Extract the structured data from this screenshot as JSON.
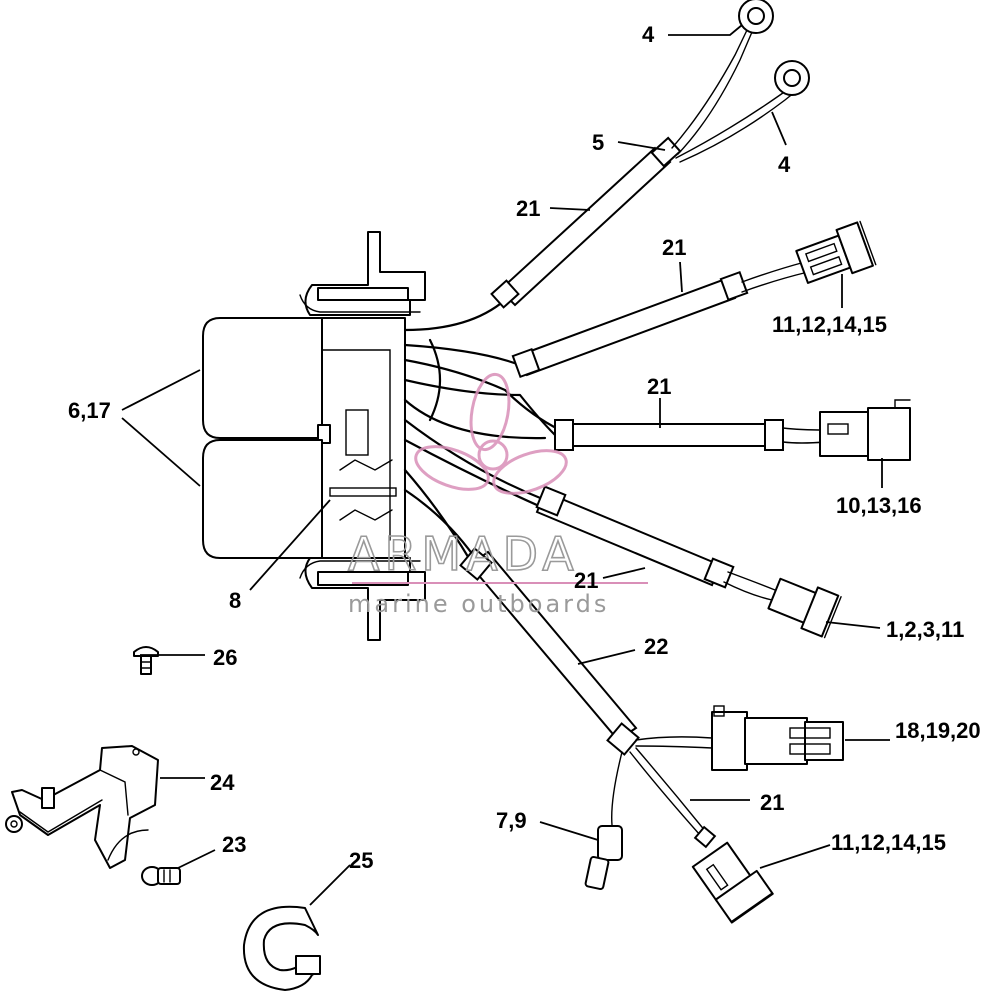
{
  "callouts": {
    "c4a": "4",
    "c4b": "4",
    "c5": "5",
    "c21a": "21",
    "c21b": "21",
    "c21c": "21",
    "c21d": "21",
    "c21e": "21",
    "c6_17": "6,17",
    "c11_12_14_15a": "11,12,14,15",
    "c10_13_16": "10,13,16",
    "c8": "8",
    "c1_2_3_11": "1,2,3,11",
    "c22": "22",
    "c26": "26",
    "c18_19_20": "18,19,20",
    "c24": "24",
    "c7_9": "7,9",
    "c11_12_14_15b": "11,12,14,15",
    "c23": "23",
    "c25": "25"
  },
  "watermark": {
    "brand": "ARMADA",
    "tagline": "marine outboards",
    "logo_color": "#d98fb8",
    "text_color": "#9a9a9a"
  }
}
